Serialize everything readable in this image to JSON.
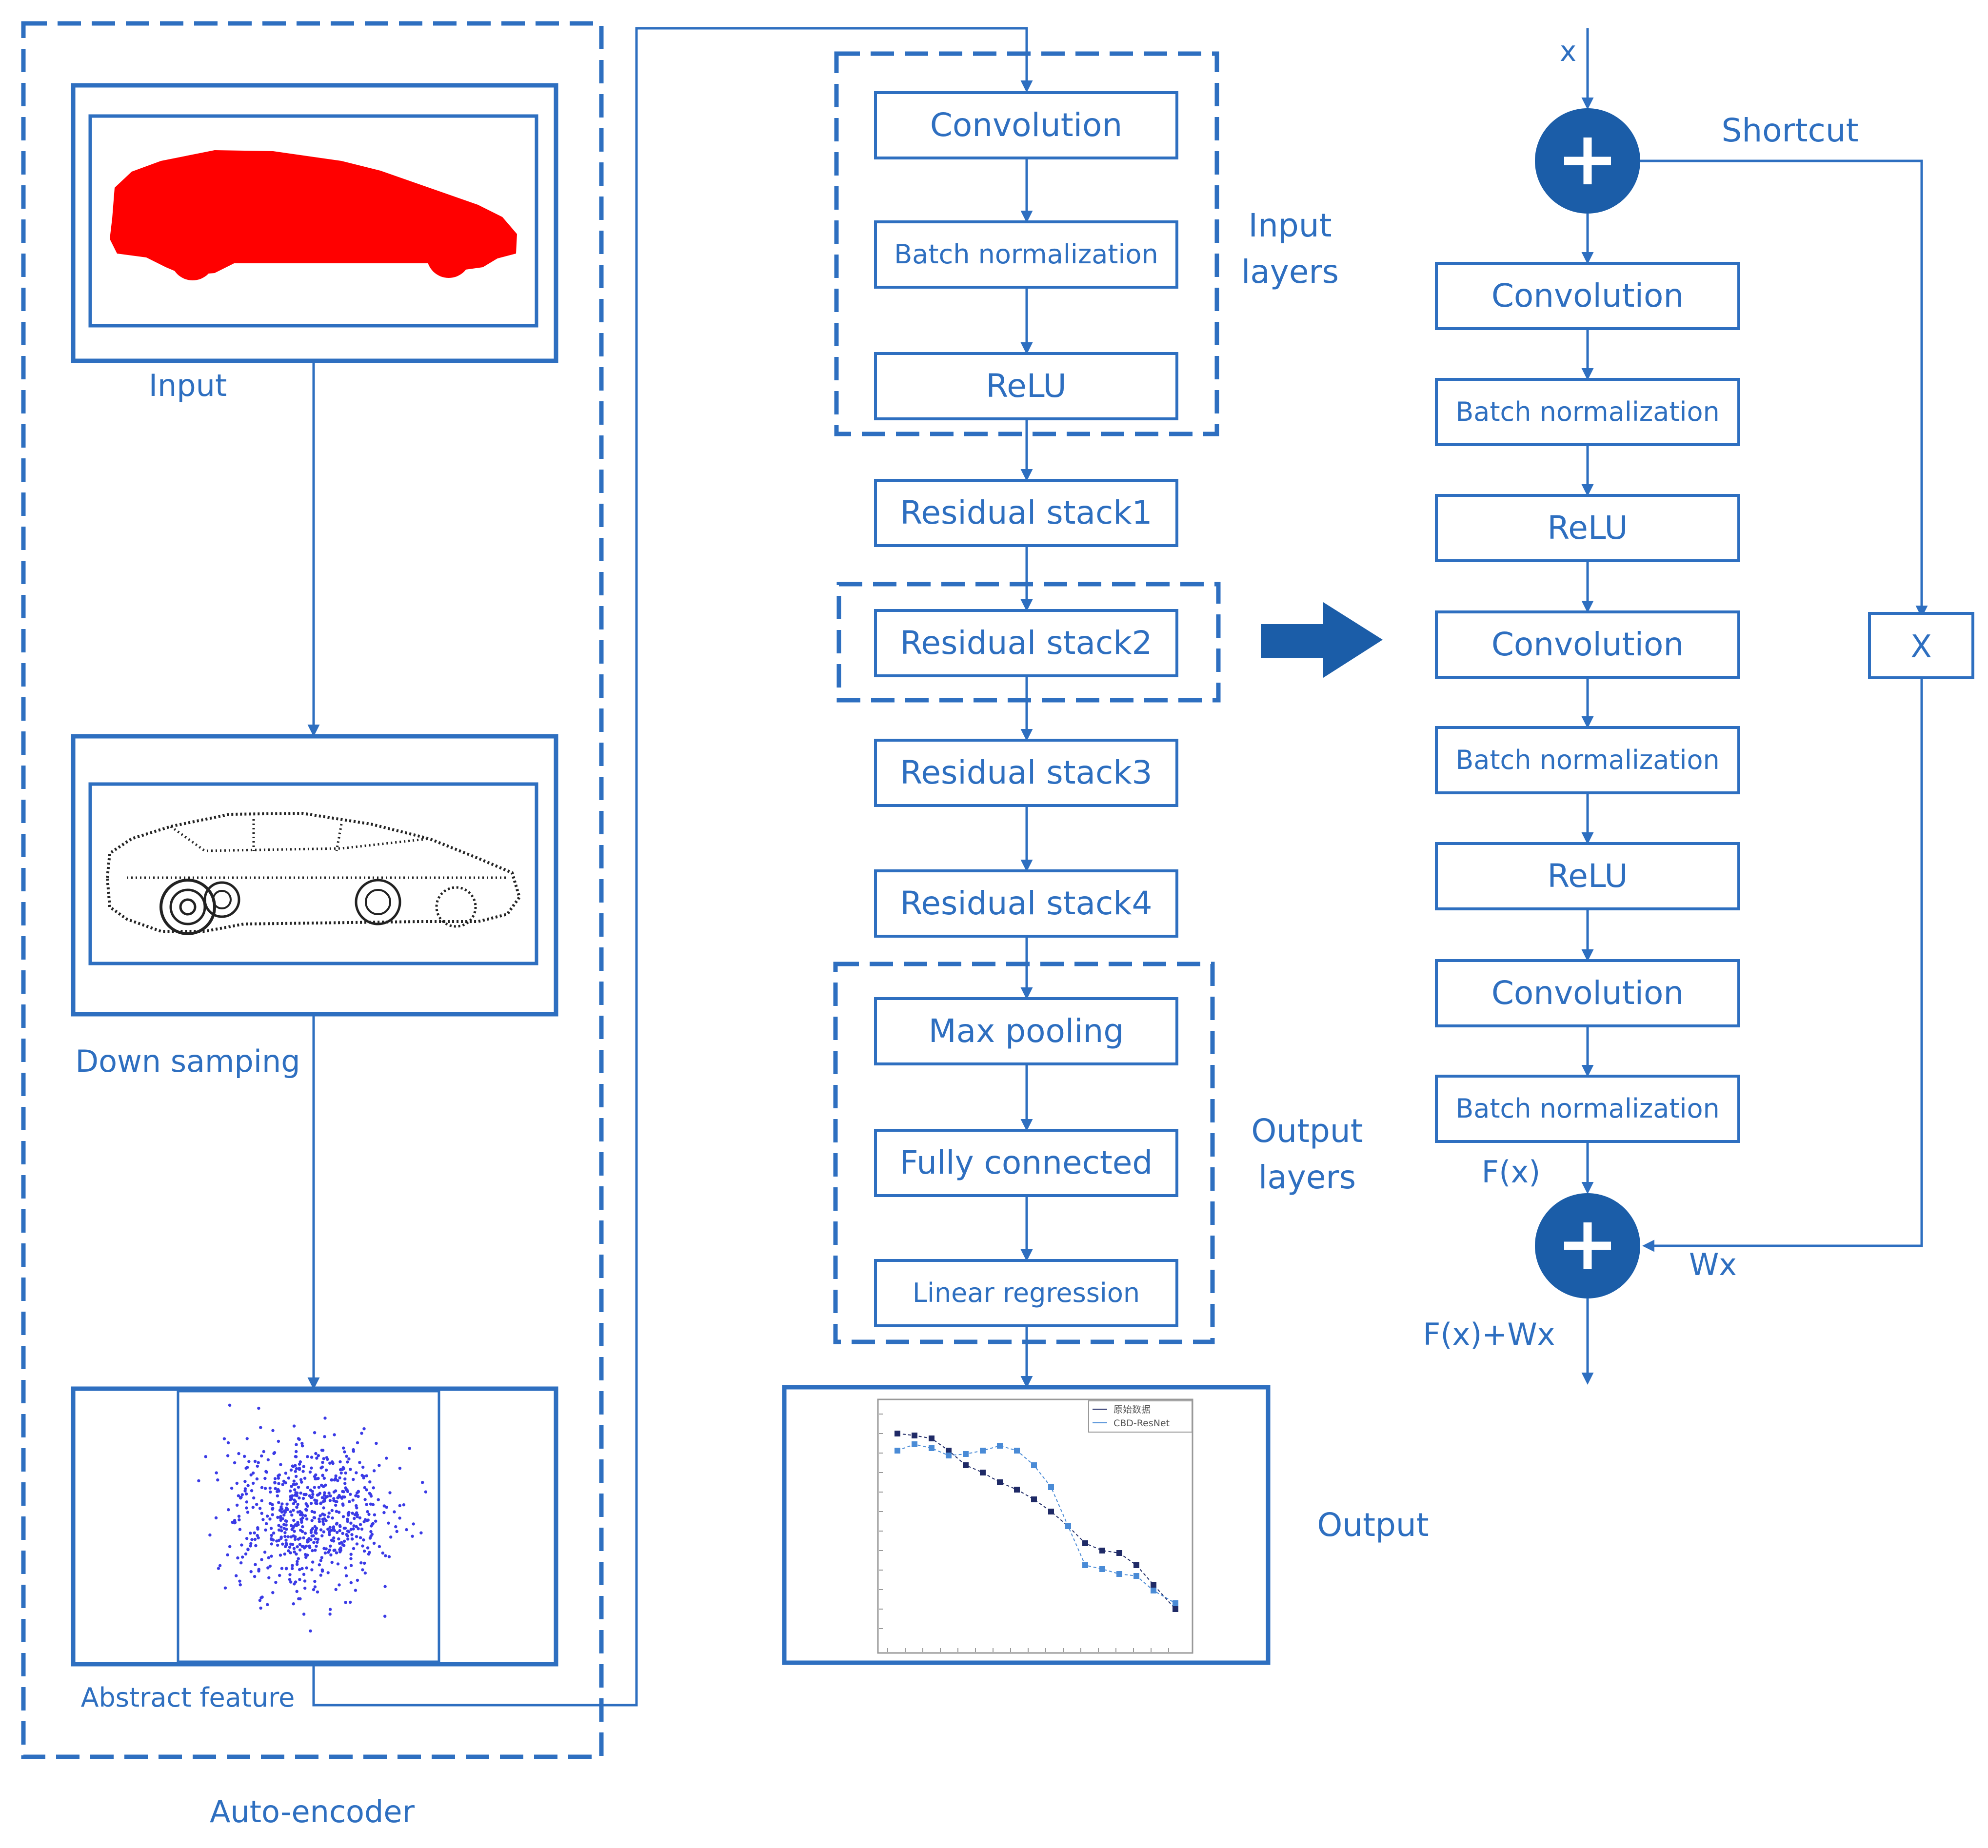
{
  "autoencoder": {
    "title": "Auto-encoder",
    "input_label": "Input",
    "down_label": "Down samping",
    "abstract_label": "Abstract feature"
  },
  "network": {
    "input_layers": [
      "Convolution",
      "Batch normalization",
      "ReLU"
    ],
    "input_group_label": [
      "Input",
      "layers"
    ],
    "residual_stacks": [
      "Residual stack1",
      "Residual stack2",
      "Residual stack3",
      "Residual stack4"
    ],
    "output_layers": [
      "Max pooling",
      "Fully connected",
      "Linear regression"
    ],
    "output_group_label": [
      "Output",
      "layers"
    ],
    "output_label": "Output"
  },
  "residual_block": {
    "input_symbol": "x",
    "shortcut_label": "Shortcut",
    "layers": [
      "Convolution",
      "Batch normalization",
      "ReLU",
      "Convolution",
      "Batch normalization",
      "ReLU",
      "Convolution",
      "Batch normalization"
    ],
    "weight_label": "X",
    "fx_label": "F(x)",
    "wx_label": "Wx",
    "sum_label": "F(x)+Wx",
    "plus_symbol": "+"
  },
  "output_plot": {
    "legend": [
      "原始数据",
      "CBD-ResNet"
    ]
  },
  "colors": {
    "accent": "#2E6FC0",
    "node_fill": "#1B5DA8",
    "car_fill": "#FF0000",
    "scatter": "#3A3AE6"
  }
}
